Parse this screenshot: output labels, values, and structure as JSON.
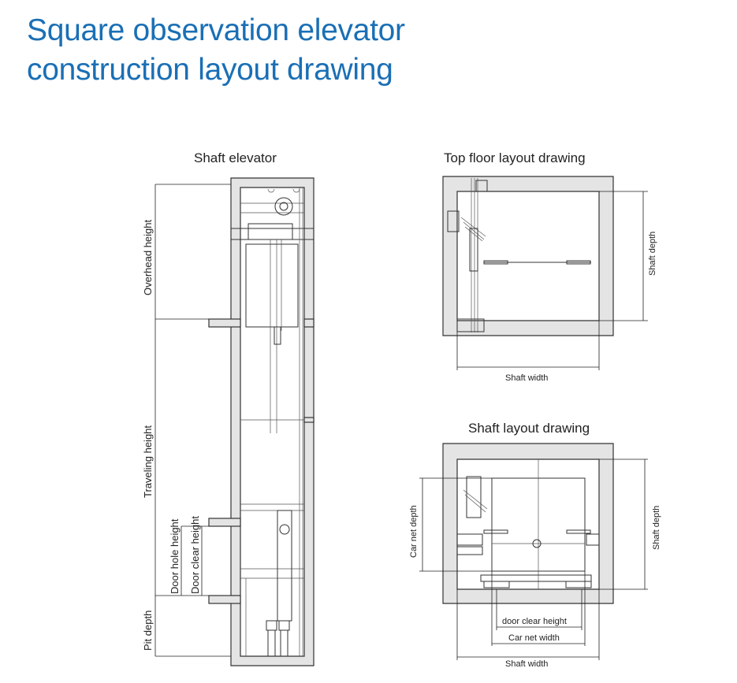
{
  "title": {
    "line1": "Square observation elevator",
    "line2": "construction layout drawing"
  },
  "drawings": {
    "shaft_elevator": {
      "caption": "Shaft elevator",
      "labels": {
        "overhead_height": "Overhead height",
        "traveling_height": "Traveling height",
        "door_hole_height": "Door hole height",
        "door_clear_height": "Door clear height",
        "pit_depth": "Pit depth"
      }
    },
    "top_floor": {
      "caption": "Top floor layout drawing",
      "labels": {
        "shaft_depth": "Shaft depth",
        "shaft_width": "Shaft width"
      }
    },
    "shaft_layout": {
      "caption": "Shaft layout drawing",
      "labels": {
        "car_net_depth": "Car net depth",
        "shaft_depth": "Shaft depth",
        "door_clear_height": "door clear height",
        "car_net_width": "Car net  width",
        "shaft_width": "Shaft width"
      }
    }
  }
}
